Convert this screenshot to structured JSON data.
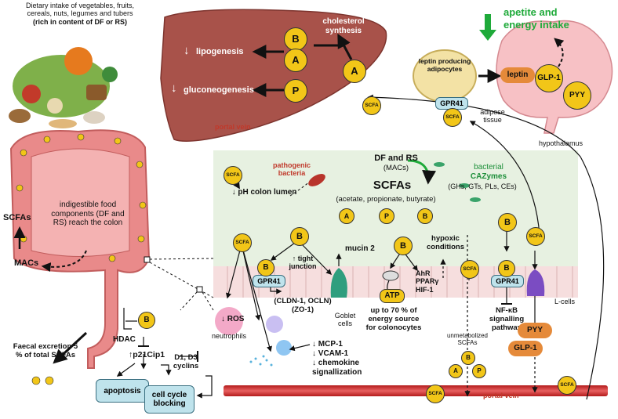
{
  "diet": {
    "line1": "Dietary intake of vegetables, fruits,",
    "line2": "cereals, nuts, legumes and tubers",
    "line3": "(rich in content of DF or RS)"
  },
  "liver": {
    "lipogenesis": "lipogenesis",
    "gluconeogenesis": "gluconeogenesis",
    "cholesterol": "cholesterol synthesis"
  },
  "appetite": {
    "title": "apetite and energy intake",
    "color": "#1faa3a"
  },
  "leptin": {
    "cell": "leptin producing adipocytes",
    "tissue": "adipose tissue",
    "hormone": "leptin"
  },
  "brain": {
    "glp1": "GLP-1",
    "pyy": "PYY",
    "hypothalamus": "hypothalamus"
  },
  "portal_vein": "portal vein",
  "metabolites": {
    "butyrate": "B",
    "acetate": "A",
    "propionate": "P",
    "scfa": "SCFA"
  },
  "receptor": "GPR41",
  "colon": {
    "indigestible": "indigestible food components (DF and RS) reach the colon",
    "scfas": "SCFAs",
    "macs": "MACs",
    "faecal": "Faecal excretion 5 % of total SCFAs"
  },
  "lumen": {
    "ph": "↓ pH colon lumen",
    "pathogenic": "pathogenic bacteria",
    "df_rs": "DF and RS",
    "macs": "(MACs)",
    "scfas_big": "SCFAs",
    "scfas_types": "(acetate, propionate, butyrate)",
    "bacterial": "bacterial",
    "cazymes": "CAZymes",
    "cazymes_types": "(GHs, GTs, PLs, CEs)"
  },
  "epithelium": {
    "mucin": "mucin 2",
    "tight": "↑ tight junction",
    "cldn": "(CLDN-1, OCLN) (ZO-1)",
    "goblet": "Goblet cells",
    "hypoxic": "hypoxic conditions",
    "atp": "ATP",
    "energy": "up to 70 % of energy source for colonocytes",
    "ahr": "AhR PPARγ HIF-1",
    "nfkb": "NF-κB signalling pathway",
    "lcells": "L-cells",
    "unmetabolized": "unmetabolized SCFAs"
  },
  "immune": {
    "ros": "↓ ROS",
    "neutrophils": "neutrophils",
    "mcp": "↓ MCP-1",
    "vcam": "↓ VCAM-1",
    "chemokine": "↓ chemokine signallization"
  },
  "cellcycle": {
    "hdac": "HDAC",
    "p21": "↑p21Cip1",
    "cyclins": "D1, D3 cyclins",
    "apoptosis": "apoptosis",
    "blocking": "cell cycle blocking"
  }
}
